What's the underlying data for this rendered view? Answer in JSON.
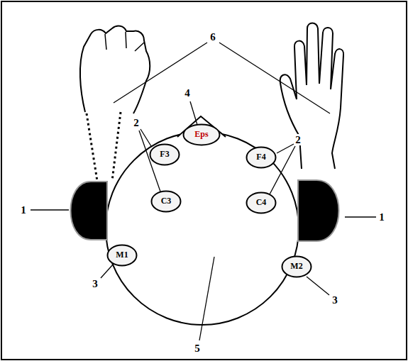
{
  "diagram": {
    "nodes": [
      {
        "text": [
          "Eps"
        ]
      },
      {
        "text": [
          "F3"
        ]
      },
      {
        "text": [
          "F4"
        ]
      },
      {
        "text": [
          "C3"
        ]
      },
      {
        "text": [
          "C4"
        ]
      },
      {
        "text": [
          "M1"
        ]
      },
      {
        "text": [
          "M2"
        ]
      }
    ],
    "labels": [
      "6",
      "2",
      "4",
      "2",
      "1",
      "1",
      "3",
      "3",
      "5"
    ]
  }
}
